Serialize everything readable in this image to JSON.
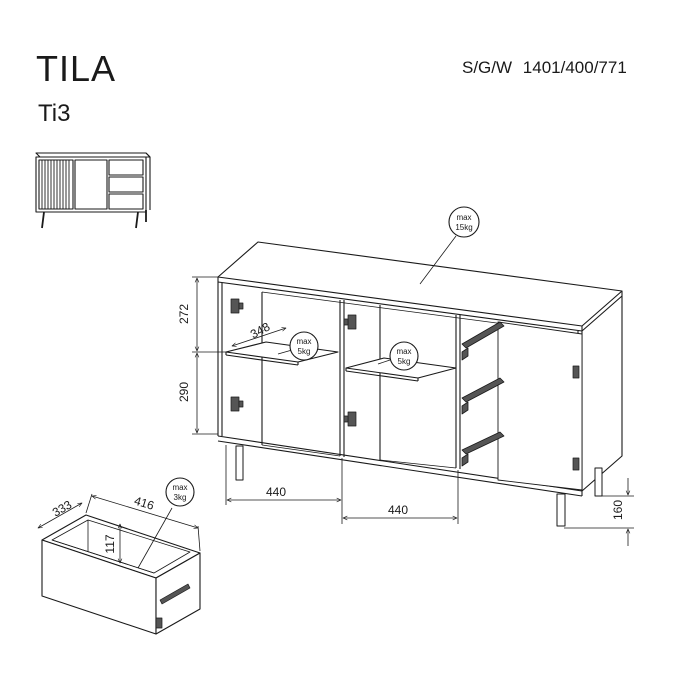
{
  "header": {
    "product_name": "TILA",
    "model_code": "Ti3",
    "dimensions_label": "S/G/W",
    "dimensions_value": "1401/400/771"
  },
  "dimensions": {
    "upper_compartment_height": "272",
    "lower_compartment_height": "290",
    "shelf_depth": "348",
    "left_compartment_width": "440",
    "middle_compartment_width": "440",
    "leg_height": "160",
    "drawer_depth": "333",
    "drawer_width": "416",
    "drawer_height": "117"
  },
  "load_badges": {
    "top": {
      "line1": "max",
      "line2": "15kg"
    },
    "shelf_left": {
      "line1": "max",
      "line2": "5kg"
    },
    "shelf_middle": {
      "line1": "max",
      "line2": "5kg"
    },
    "drawer": {
      "line1": "max",
      "line2": "3kg"
    }
  },
  "colors": {
    "line": "#1a1a1a",
    "fill": "#ffffff",
    "hardware": "#555555"
  }
}
